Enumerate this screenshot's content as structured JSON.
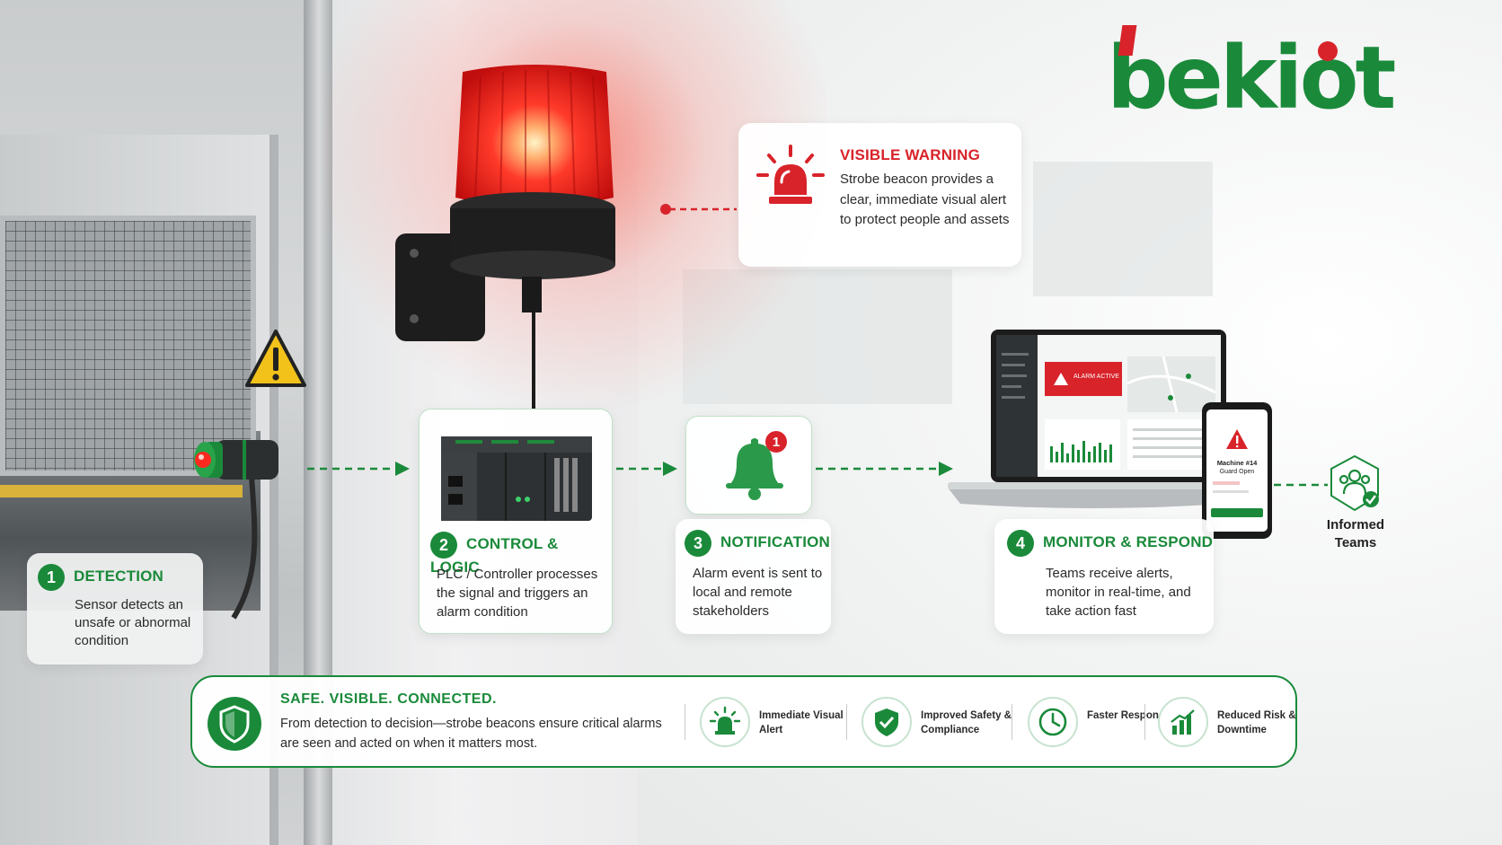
{
  "brand": {
    "logo_text": "bekiot",
    "green": "#1a8a3a",
    "red": "#d8232a"
  },
  "warning_card": {
    "title": "VISIBLE WARNING",
    "body": "Strobe beacon provides a clear, immediate visual alert to protect people and assets",
    "icon": "siren-icon"
  },
  "steps": [
    {
      "number": "1",
      "title": "DETECTION",
      "body": "Sensor detects an unsafe or abnormal condition"
    },
    {
      "number": "2",
      "title": "CONTROL & LOGIC",
      "body": "PLC / Controller processes the signal and triggers an alarm condition"
    },
    {
      "number": "3",
      "title": "NOTIFICATION",
      "body": "Alarm event is sent to local and remote stakeholders"
    },
    {
      "number": "4",
      "title": "MONITOR & RESPOND",
      "body": "Teams receive alerts, monitor in real-time, and take action fast"
    }
  ],
  "notification_badge": "1",
  "laptop_screen": {
    "alert": "ALARM ACTIVE"
  },
  "phone_screen": {
    "line1": "Machine #14",
    "line2": "Guard Open"
  },
  "teams": {
    "label": "Informed Teams"
  },
  "banner": {
    "title": "SAFE.  VISIBLE.  CONNECTED.",
    "body": "From detection to decision—strobe beacons ensure critical alarms are seen and acted on when it matters most.",
    "benefits": [
      {
        "label": "Immediate Visual Alert",
        "icon": "siren-icon"
      },
      {
        "label": "Improved Safety & Compliance",
        "icon": "shield-check-icon"
      },
      {
        "label": "Faster Response",
        "icon": "clock-icon"
      },
      {
        "label": "Reduced Risk & Downtime",
        "icon": "bar-chart-icon"
      }
    ]
  }
}
